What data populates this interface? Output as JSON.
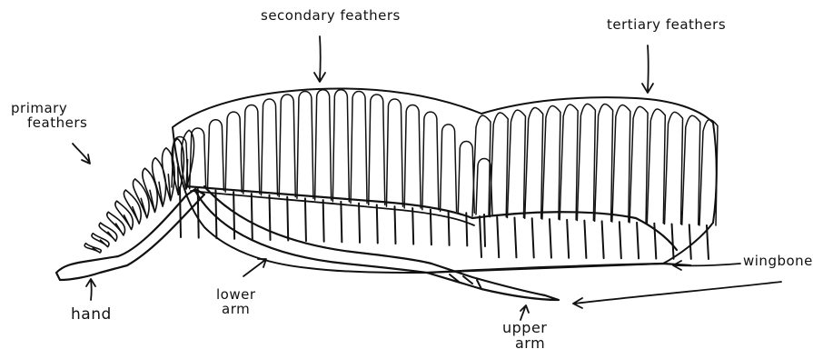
{
  "diagram": {
    "labels": {
      "secondary": "secondary feathers",
      "tertiary": "tertiary feathers",
      "primary_line1": "primary",
      "primary_line2": "feathers",
      "wingbones": "wingbones",
      "hand": "hand",
      "lower_arm_line1": "lower",
      "lower_arm_line2": "arm",
      "upper_arm_line1": "upper",
      "upper_arm_line2": "arm"
    },
    "colors": {
      "ink": "#111111",
      "background": "#ffffff"
    }
  }
}
